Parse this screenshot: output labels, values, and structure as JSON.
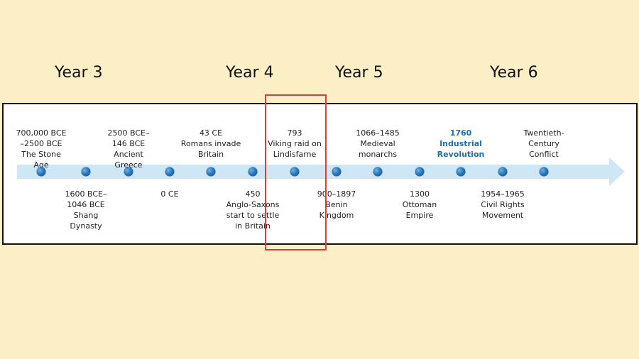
{
  "year_groups": [
    "Year 3",
    "Year 4",
    "Year 5",
    "Year 6"
  ],
  "colors": {
    "background": "#fdefc5",
    "arrow": "#cfe6f4",
    "dot": "#2b78bc",
    "highlight_text": "#1c6fa8",
    "highlight_box": "#e23a3a"
  },
  "events": [
    {
      "lines": [
        "700,000 BCE",
        "–2500 BCE",
        "The Stone",
        "Age"
      ]
    },
    {
      "lines": [
        "1600 BCE–",
        "1046 BCE",
        "Shang",
        "Dynasty"
      ]
    },
    {
      "lines": [
        "2500 BCE–",
        "146 BCE",
        "Ancient",
        "Greece"
      ]
    },
    {
      "lines": [
        "0 CE"
      ]
    },
    {
      "lines": [
        "43 CE",
        "Romans invade",
        "Britain"
      ]
    },
    {
      "lines": [
        "450",
        "Anglo-Saxons",
        "start to settle",
        "in Britain"
      ]
    },
    {
      "lines": [
        "793",
        "Viking raid on",
        "Lindisfarne"
      ]
    },
    {
      "lines": [
        "900–1897",
        "Benin",
        "Kingdom"
      ]
    },
    {
      "lines": [
        "1066–1485",
        "Medieval",
        "monarchs"
      ]
    },
    {
      "lines": [
        "1300",
        "Ottoman",
        "Empire"
      ]
    },
    {
      "lines": [
        "1760",
        "Industrial",
        "Revolution"
      ]
    },
    {
      "lines": [
        "1954–1965",
        "Civil Rights",
        "Movement"
      ]
    },
    {
      "lines": [
        "Twentieth-",
        "Century",
        "Conflict"
      ]
    }
  ]
}
